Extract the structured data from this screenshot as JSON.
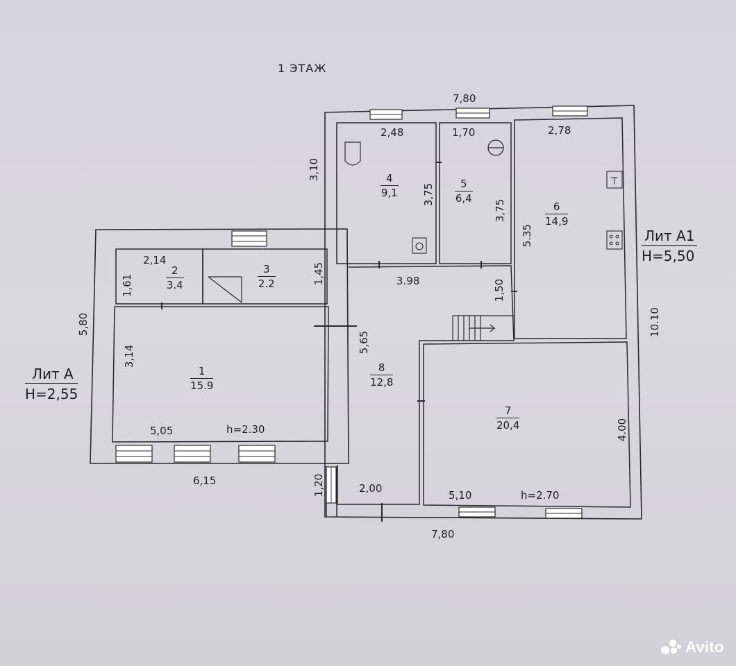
{
  "title": "1 ЭТАЖ",
  "lit_a": {
    "name": "Лит А",
    "height": "Н=2,55"
  },
  "lit_a1": {
    "name": "Лит А1",
    "height": "Н=5,50"
  },
  "rooms": [
    {
      "num": "1",
      "area": "15.9"
    },
    {
      "num": "2",
      "area": "3.4"
    },
    {
      "num": "3",
      "area": "2.2"
    },
    {
      "num": "4",
      "area": "9,1"
    },
    {
      "num": "5",
      "area": "6,4"
    },
    {
      "num": "6",
      "area": "14,9"
    },
    {
      "num": "7",
      "area": "20,4"
    },
    {
      "num": "8",
      "area": "12,8"
    }
  ],
  "dims": {
    "top_780": "7,80",
    "left_310": "3,10",
    "r4_w": "2,48",
    "r5_w": "1,70",
    "r6_w": "2,78",
    "r4_h": "3,75",
    "r5_h": "3,75",
    "r6_h": "5.35",
    "right_1010": "10.10",
    "r2_w": "2,14",
    "r2_h": "1,61",
    "r3_h": "1,45",
    "corr_w": "3.98",
    "corr_h": "1,50",
    "left_580": "5,80",
    "r1_h": "3,14",
    "r8_h": "5,65",
    "r7_h": "4.00",
    "r1_w": "5,05",
    "r1_ceiling": "h=2.30",
    "bottom_615": "6,15",
    "porch_h": "1,20",
    "r8_w": "2,00",
    "r7_w": "5,10",
    "r7_ceiling": "h=2.70",
    "bottom_780": "7,80"
  },
  "watermark": "Avito"
}
